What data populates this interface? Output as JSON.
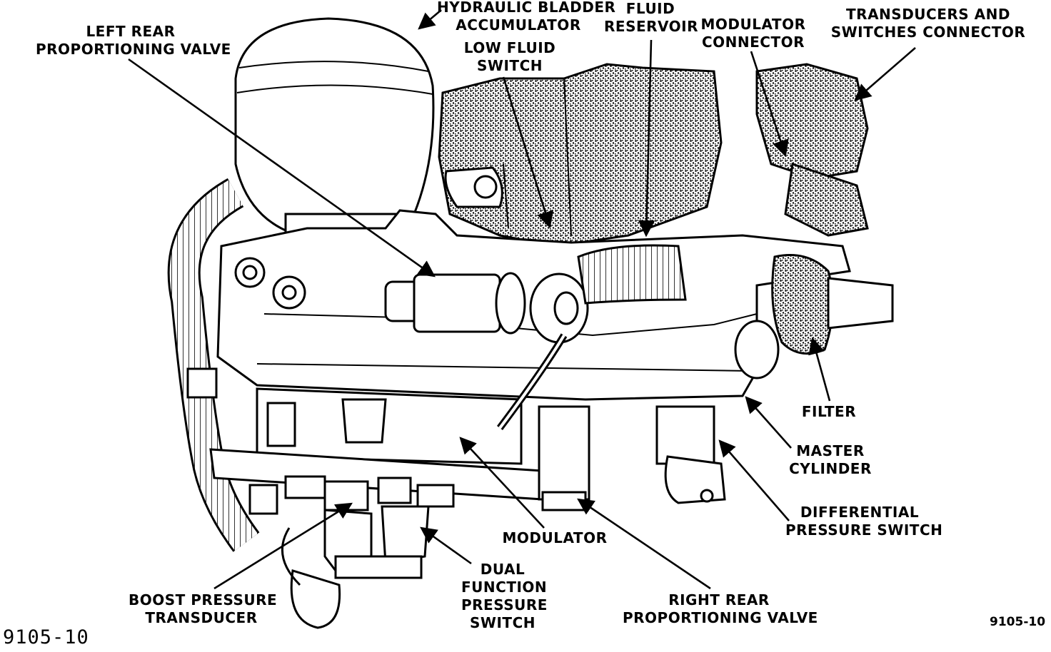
{
  "labels": {
    "hydraulic_bladder_accumulator": [
      "HYDRAULIC BLADDER",
      "ACCUMULATOR"
    ],
    "fluid_reservoir": [
      "FLUID",
      "RESERVOIR"
    ],
    "modulator_connector": [
      "MODULATOR",
      "CONNECTOR"
    ],
    "transducers_switches_connector": [
      "TRANSDUCERS AND",
      "SWITCHES CONNECTOR"
    ],
    "left_rear_proportioning_valve": [
      "LEFT REAR",
      "PROPORTIONING VALVE"
    ],
    "low_fluid_switch": [
      "LOW FLUID",
      "SWITCH"
    ],
    "filter": [
      "FILTER"
    ],
    "master_cylinder": [
      "MASTER",
      "CYLINDER"
    ],
    "differential_pressure_switch": [
      "DIFFERENTIAL",
      "PRESSURE SWITCH"
    ],
    "modulator": [
      "MODULATOR"
    ],
    "dual_function_pressure_switch": [
      "DUAL",
      "FUNCTION",
      "PRESSURE",
      "SWITCH"
    ],
    "boost_pressure_transducer": [
      "BOOST PRESSURE",
      "TRANSDUCER"
    ],
    "right_rear_proportioning_valve": [
      "RIGHT REAR",
      "PROPORTIONING VALVE"
    ]
  },
  "figure_number_left": "9105-10",
  "figure_number_right": "9105-10"
}
